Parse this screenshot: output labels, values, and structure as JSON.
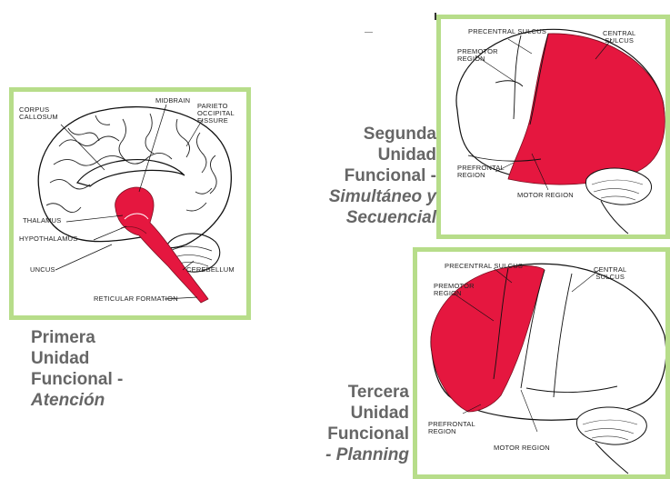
{
  "colors": {
    "frame": "#b7dd8a",
    "highlight": "#e5173f",
    "caption": "#666666"
  },
  "panel1": {
    "labels": {
      "corpus_callosum": "CORPUS\nCALLOSUM",
      "midbrain": "MIDBRAIN",
      "parieto_occipital": "PARIETO\nOCCIPITAL\nFISSURE",
      "thalamus": "THALAMUS",
      "hypothalamus": "HYPOTHALAMUS",
      "uncus": "UNCUS",
      "cerebellum": "CEREBELLUM",
      "reticular": "RETICULAR FORMATION"
    },
    "caption": {
      "line1": "Primera",
      "line2": "Unidad",
      "line3": "Funcional -",
      "line4": "Atención"
    }
  },
  "panel2": {
    "labels": {
      "precentral": "PRECENTRAL SULCUS",
      "central": "CENTRAL\nSULCUS",
      "premotor": "PREMOTOR\nREGION",
      "prefrontal": "PREFRONTAL\nREGION",
      "motor": "MOTOR REGION"
    },
    "caption": {
      "line1": "Segunda",
      "line2": "Unidad",
      "line3": "Funcional -",
      "line4": "Simultáneo y",
      "line5": "Secuencial"
    }
  },
  "panel3": {
    "labels": {
      "precentral": "PRECENTRAL SULCUS",
      "central": "CENTRAL\nSULCUS",
      "premotor": "PREMOTOR\nREGION",
      "prefrontal": "PREFRONTAL\nREGION",
      "motor": "MOTOR REGION"
    },
    "caption": {
      "line1": "Tercera",
      "line2": "Unidad",
      "line3": "Funcional",
      "line4": "- Planning"
    }
  }
}
